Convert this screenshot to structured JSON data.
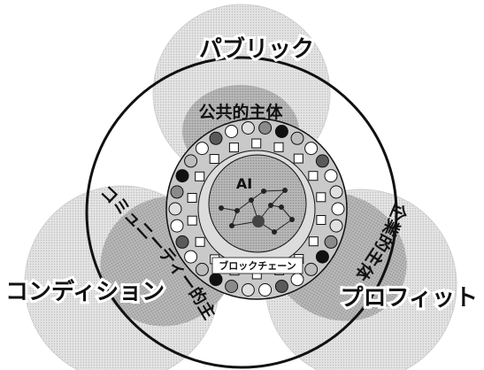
{
  "outer_labels": {
    "top": "パブリック",
    "left": "コンディション",
    "right": "プロフィット"
  },
  "inner_labels": {
    "top": "公共的主体",
    "left": "コミュニーティー的主体",
    "right": "企業的主体"
  },
  "center": {
    "ai": "AI",
    "blockchain": "ブロックチェーン"
  },
  "colors": {
    "outer_circle_fill": "#dedede",
    "blob_fill": "#b3b3b3",
    "ring_fill": "#c9c9c9",
    "core_fill": "#aaaaaa",
    "line": "#111111"
  }
}
